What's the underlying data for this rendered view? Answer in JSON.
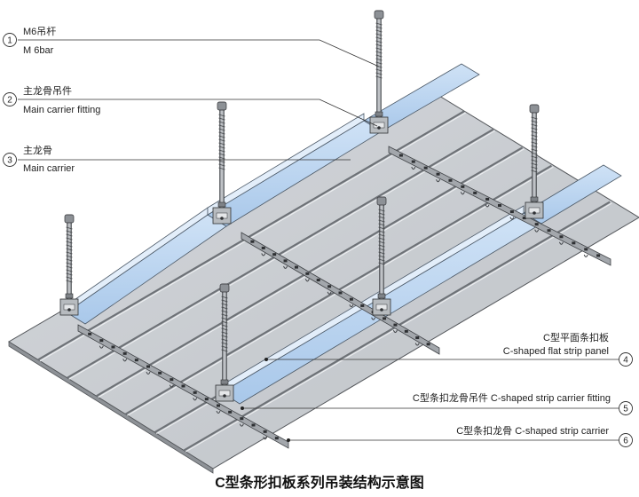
{
  "title": "C型条形扣板系列吊装结构示意图",
  "callouts": [
    {
      "number": "1",
      "label_cn": "M6吊杆",
      "label_en": "M 6bar"
    },
    {
      "number": "2",
      "label_cn": "主龙骨吊件",
      "label_en": "Main carrier fitting"
    },
    {
      "number": "3",
      "label_cn": "主龙骨",
      "label_en": "Main carrier"
    },
    {
      "number": "4",
      "label_cn": "C型平面条扣板",
      "label_en": "C-shaped flat strip panel"
    },
    {
      "number": "5",
      "label_cn": "C型条扣龙骨吊件  C-shaped strip carrier fitting",
      "label_en": ""
    },
    {
      "number": "6",
      "label_cn": "C型条扣龙骨  C-shaped strip carrier",
      "label_en": ""
    }
  ],
  "colors": {
    "panel_fill": "#c9ccd0",
    "panel_edge": "#55585c",
    "main_carrier": "#b7d2ef",
    "steel": "#9a9ea3",
    "line": "#333333"
  }
}
